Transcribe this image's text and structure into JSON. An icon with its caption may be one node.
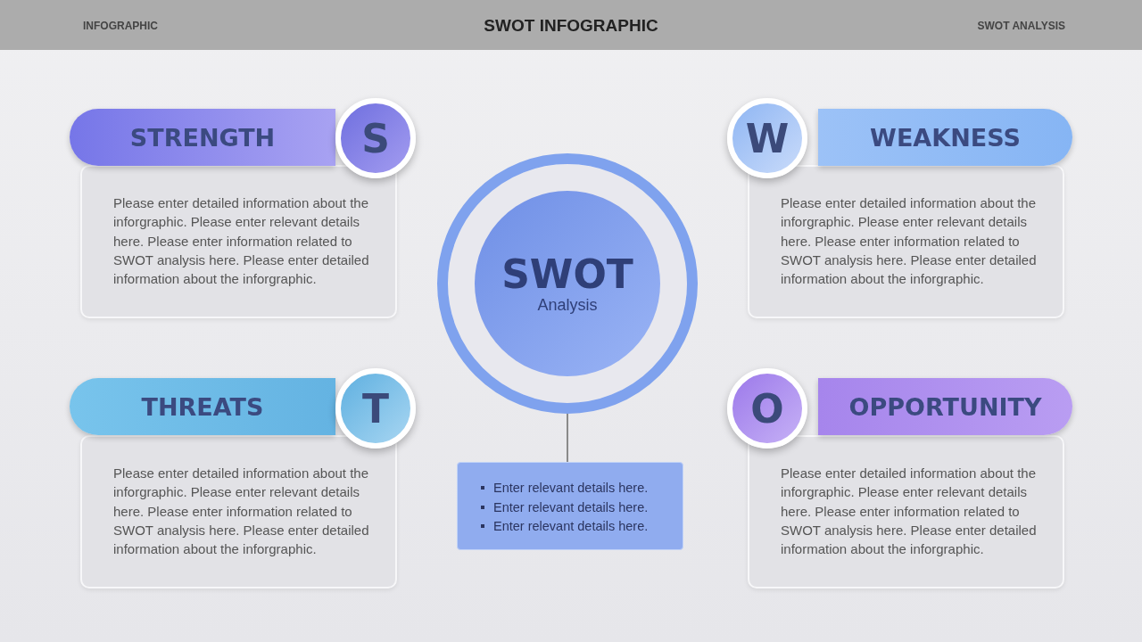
{
  "diagram": {
    "title": "SWOT INFOGRAPHIC",
    "nodes": [
      {
        "text": [
          "STRENGTH"
        ]
      },
      {
        "text": [
          "S"
        ]
      },
      {
        "text": [
          "W"
        ]
      },
      {
        "text": [
          "WEAKNESS"
        ]
      },
      {
        "text": [
          "Please enter detailed information about the inforgraphic. Please enter relevant details here. Please enter information related to SWOT analysis here. Please enter detailed information about the inforgraphic."
        ]
      },
      {
        "text": [
          "Please enter detailed information about the inforgraphic. Please enter relevant details here. Please enter information related to SWOT analysis here. Please enter detailed information about the inforgraphic."
        ]
      },
      {
        "text": [
          "SWOT",
          "Analysis"
        ]
      },
      {
        "text": [
          "THREATS"
        ]
      },
      {
        "text": [
          "T"
        ]
      },
      {
        "text": [
          "O"
        ]
      },
      {
        "text": [
          "OPPORTUNITY"
        ]
      },
      {
        "text": [
          "Please enter detailed information about the inforgraphic. Please enter relevant details here. Please enter information related to SWOT analysis here. Please enter detailed information about the inforgraphic."
        ]
      },
      {
        "text": [
          "Enter relevant details here.",
          "Enter relevant details here.",
          "Enter relevant details here."
        ]
      },
      {
        "text": [
          "Please enter detailed information about the inforgraphic. Please enter relevant details here. Please enter information related to SWOT analysis here. Please enter detailed information about the inforgraphic."
        ]
      }
    ],
    "edges": [
      {
        "from": 6,
        "to": 12,
        "arrow": "none"
      }
    ],
    "labels": [
      "INFOGRAPHIC",
      "SWOT ANALYSIS"
    ]
  }
}
